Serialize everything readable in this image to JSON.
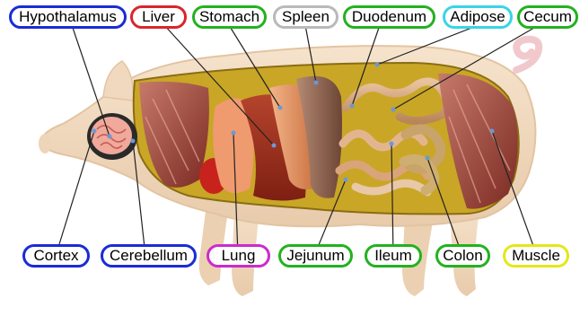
{
  "labels": [
    {
      "id": "hypothalamus",
      "text": "Hypothalamus",
      "color": "#1a2bd6"
    },
    {
      "id": "liver",
      "text": "Liver",
      "color": "#d9252c"
    },
    {
      "id": "stomach",
      "text": "Stomach",
      "color": "#22b21e"
    },
    {
      "id": "spleen",
      "text": "Spleen",
      "color": "#b9b9b9"
    },
    {
      "id": "duodenum",
      "text": "Duodenum",
      "color": "#22b21e"
    },
    {
      "id": "adipose",
      "text": "Adipose",
      "color": "#39d4e8"
    },
    {
      "id": "cecum",
      "text": "Cecum",
      "color": "#22b21e"
    },
    {
      "id": "cortex",
      "text": "Cortex",
      "color": "#1a2bd6"
    },
    {
      "id": "cerebellum",
      "text": "Cerebellum",
      "color": "#1a2bd6"
    },
    {
      "id": "lung",
      "text": "Lung",
      "color": "#cc2bcc"
    },
    {
      "id": "jejunum",
      "text": "Jejunum",
      "color": "#22b21e"
    },
    {
      "id": "ileum",
      "text": "Ileum",
      "color": "#22b21e"
    },
    {
      "id": "colon",
      "text": "Colon",
      "color": "#22b21e"
    },
    {
      "id": "muscle",
      "text": "Muscle",
      "color": "#e6e619"
    }
  ],
  "colors": {
    "pig_skin": "#f2dcc4",
    "pig_outline": "#e6c9a8",
    "cavity_fat": "#c9a626",
    "muscle": "#9a3f34",
    "leader_line": "#222222",
    "marker_dot": "#6a98d8"
  }
}
